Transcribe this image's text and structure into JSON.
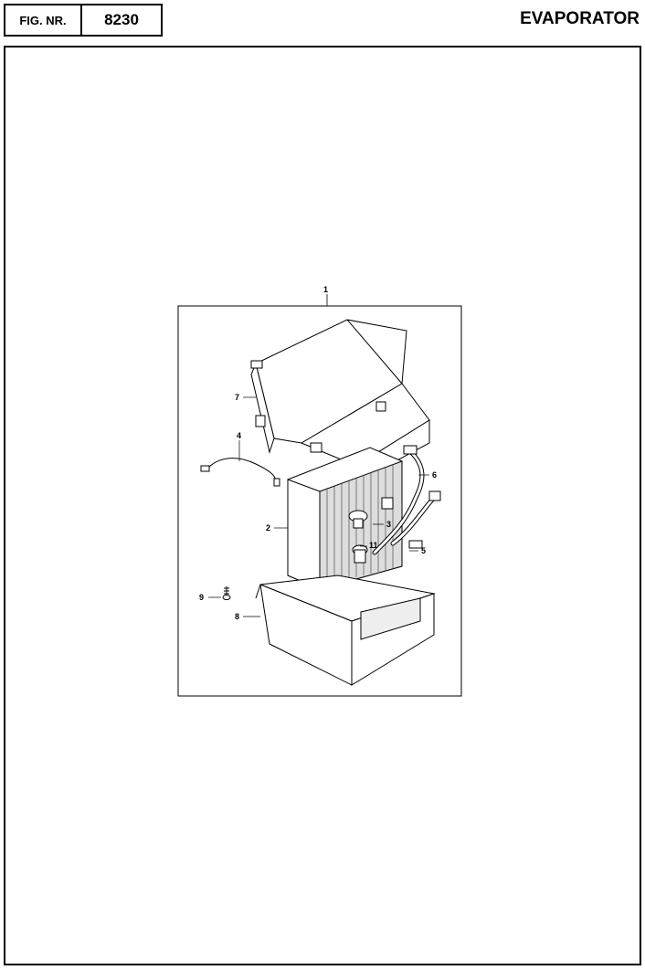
{
  "header": {
    "fig_label": "FIG. NR.",
    "fig_number": "8230",
    "title": "EVAPORATOR"
  },
  "diagram": {
    "callouts": [
      "1",
      "2",
      "3",
      "4",
      "5",
      "6",
      "7",
      "8",
      "9",
      "11"
    ]
  }
}
